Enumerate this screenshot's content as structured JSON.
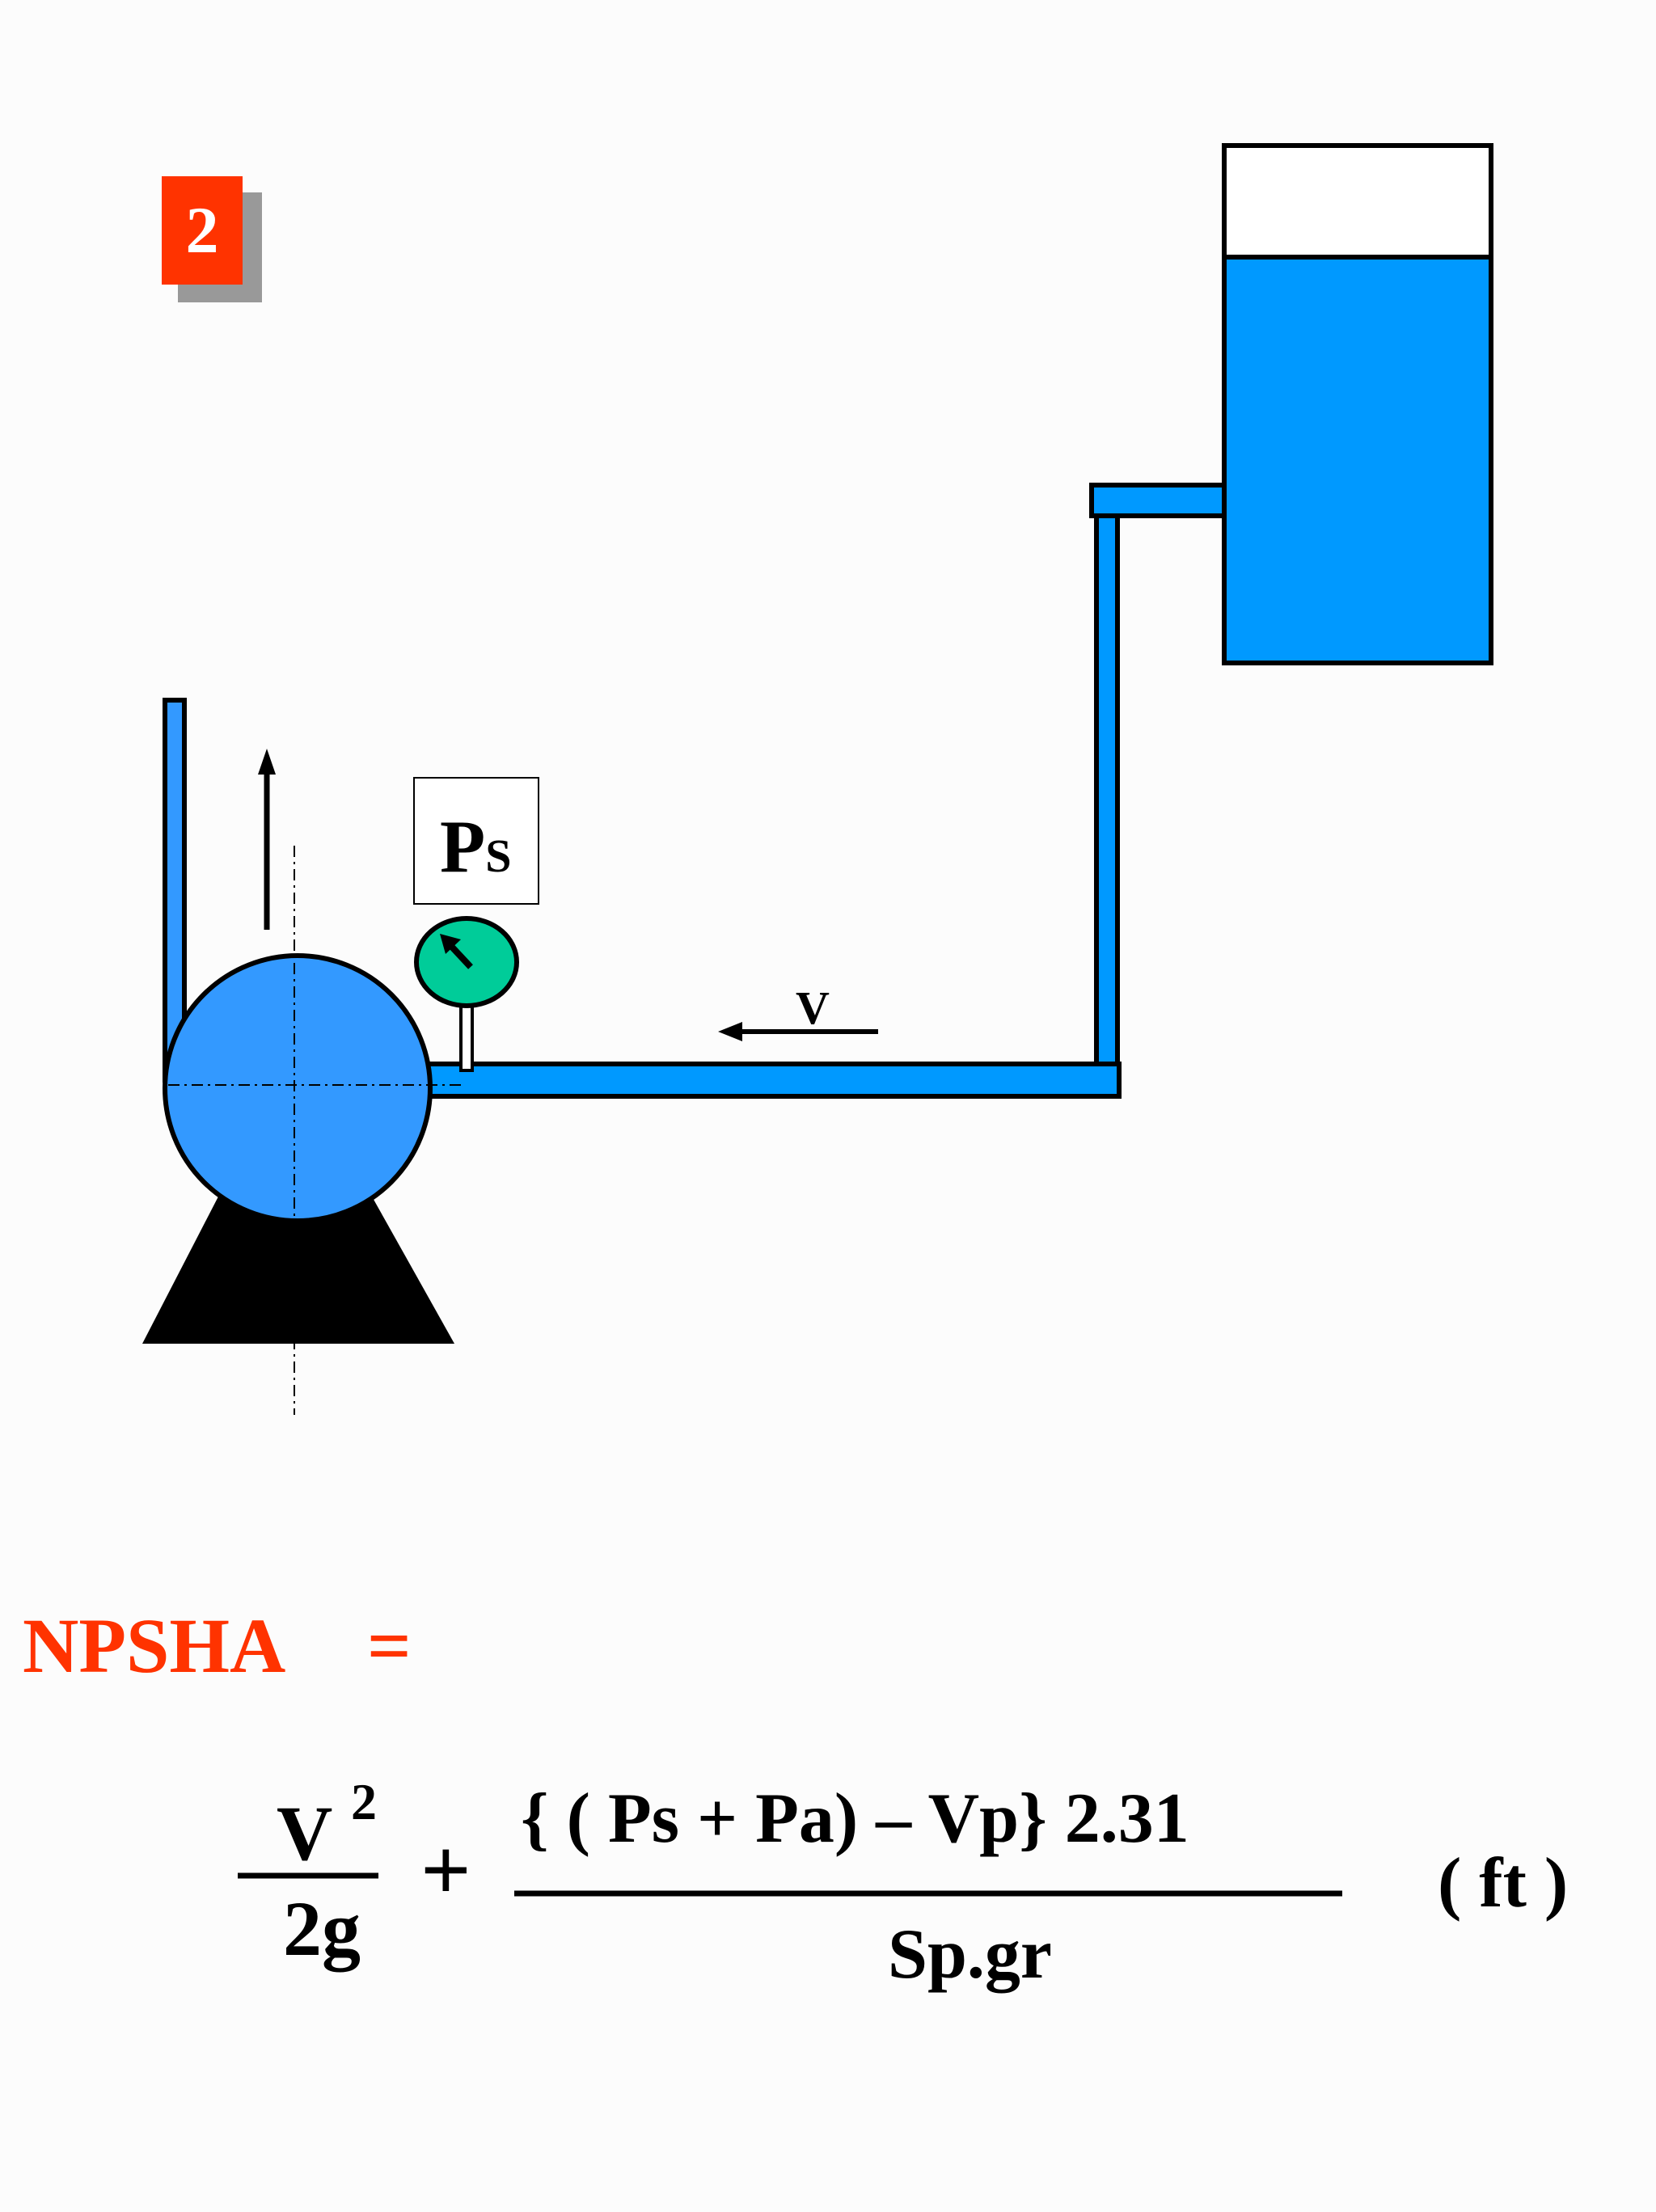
{
  "slide_badge": {
    "number": "2"
  },
  "gauge_label": {
    "main": "P",
    "sub": "S"
  },
  "velocity_label": "V",
  "formula": {
    "lhs": "NPSHA",
    "equals": "=",
    "term1_numerator": "V",
    "term1_exponent": "2",
    "term1_denominator": "2g",
    "plus": "+",
    "term2_numerator": "{ ( Ps + Pa) –  Vp} 2.31",
    "term2_denominator": "Sp.gr",
    "unit": "( ft )"
  },
  "colors": {
    "water": "#0099ff",
    "pump_body": "#3399ff",
    "gauge": "#00cc99",
    "badge": "#ff3300",
    "formula_lhs": "#ff3300"
  },
  "icons": {
    "flow_up_arrow": "arrow-up-icon",
    "velocity_arrow": "arrow-left-icon",
    "gauge_needle": "gauge-needle-icon"
  }
}
